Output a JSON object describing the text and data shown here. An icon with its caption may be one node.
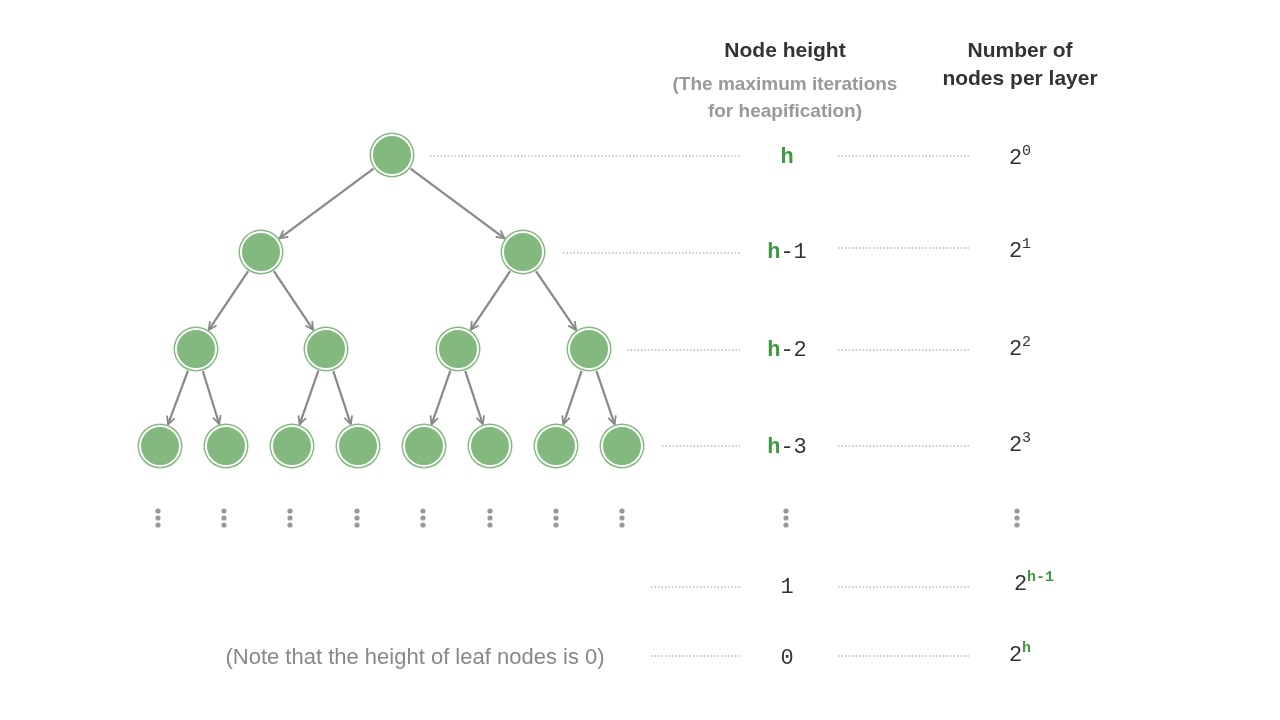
{
  "diagram": {
    "nodes": [
      {
        "text": [],
        "shape": "circle"
      },
      {
        "text": [],
        "shape": "circle"
      },
      {
        "text": [],
        "shape": "circle"
      },
      {
        "text": [],
        "shape": "circle"
      },
      {
        "text": [],
        "shape": "circle"
      },
      {
        "text": [],
        "shape": "circle"
      },
      {
        "text": [],
        "shape": "circle"
      },
      {
        "text": [],
        "shape": "circle"
      },
      {
        "text": [],
        "shape": "circle"
      },
      {
        "text": [],
        "shape": "circle"
      },
      {
        "text": [],
        "shape": "circle"
      },
      {
        "text": [],
        "shape": "circle"
      },
      {
        "text": [],
        "shape": "circle"
      },
      {
        "text": [],
        "shape": "circle"
      },
      {
        "text": [],
        "shape": "circle"
      }
    ],
    "edges": [
      {
        "from": 0,
        "to": 1,
        "arrow": "to"
      },
      {
        "from": 0,
        "to": 2,
        "arrow": "to"
      },
      {
        "from": 1,
        "to": 3,
        "arrow": "to"
      },
      {
        "from": 1,
        "to": 4,
        "arrow": "to"
      },
      {
        "from": 2,
        "to": 5,
        "arrow": "to"
      },
      {
        "from": 2,
        "to": 6,
        "arrow": "to"
      },
      {
        "from": 3,
        "to": 7,
        "arrow": "to"
      },
      {
        "from": 3,
        "to": 8,
        "arrow": "to"
      },
      {
        "from": 4,
        "to": 9,
        "arrow": "to"
      },
      {
        "from": 4,
        "to": 10,
        "arrow": "to"
      },
      {
        "from": 5,
        "to": 11,
        "arrow": "to"
      },
      {
        "from": 5,
        "to": 12,
        "arrow": "to"
      },
      {
        "from": 6,
        "to": 13,
        "arrow": "to"
      },
      {
        "from": 6,
        "to": 14,
        "arrow": "to"
      }
    ],
    "labels": [
      "Node height",
      "(The maximum iterations for heapification)",
      "Number of nodes per layer",
      "h",
      "2$^{0}$",
      "**h**-1",
      "2$^{1}$",
      "**h**-2",
      "2$^{2}$",
      "**h**-3",
      "2$^{3}$",
      "1",
      "2$^{h-1}$",
      "(Note that the height of leaf nodes is 0)",
      "0",
      "2$^{h}$"
    ]
  }
}
